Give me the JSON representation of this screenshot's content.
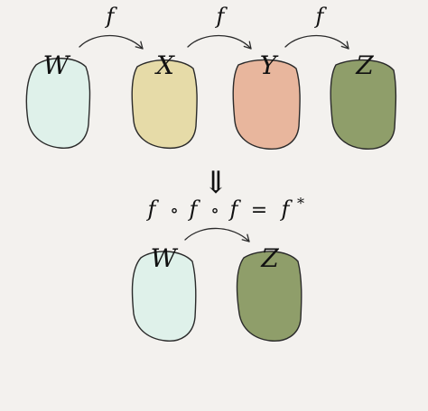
{
  "colors": {
    "background": "#f3f1ee",
    "w_fill": "#dff1ea",
    "x_fill": "#e6dba8",
    "y_fill": "#e8b69d",
    "z_fill": "#8f9e6a",
    "stroke": "#2a2a2a"
  },
  "top_row": {
    "sets": [
      {
        "label": "W",
        "color": "w_fill"
      },
      {
        "label": "X",
        "color": "x_fill"
      },
      {
        "label": "Y",
        "color": "y_fill"
      },
      {
        "label": "Z",
        "color": "z_fill"
      }
    ],
    "arrows": [
      {
        "label": "f"
      },
      {
        "label": "f"
      },
      {
        "label": "f"
      }
    ]
  },
  "implies_symbol": "⇓",
  "equation": {
    "f1": "f",
    "op1": "∘",
    "f2": "f",
    "op2": "∘",
    "f3": "f",
    "eq": "=",
    "rhs": "f",
    "rhs_sup": "*"
  },
  "bottom_row": {
    "sets": [
      {
        "label": "W",
        "color": "w_fill"
      },
      {
        "label": "Z",
        "color": "z_fill"
      }
    ]
  }
}
